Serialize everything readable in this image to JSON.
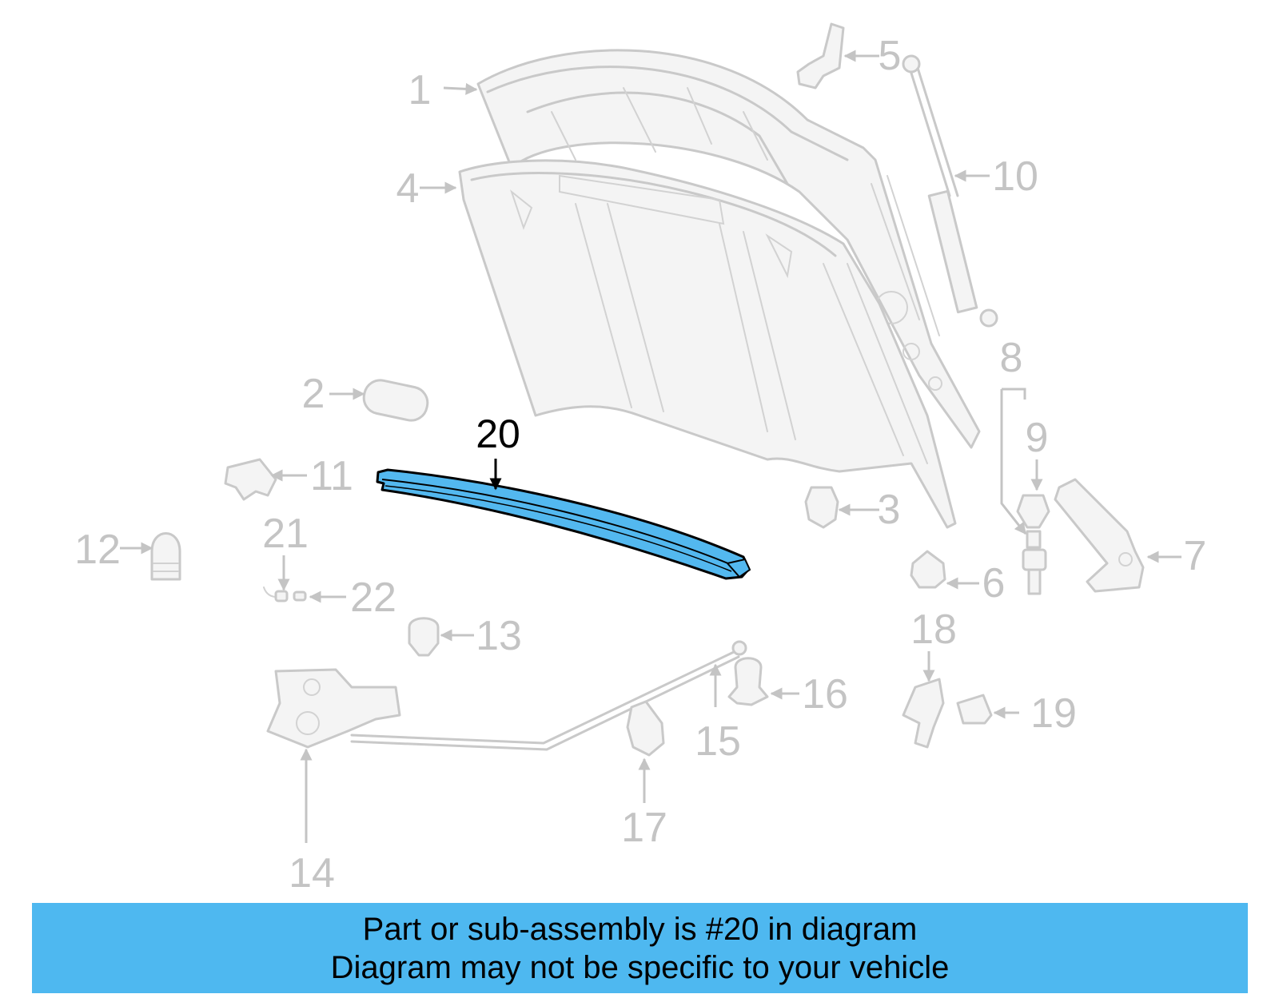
{
  "diagram": {
    "highlighted_part": "20",
    "highlight_color": "#53b8ef",
    "faded_color": "#c4c4c4",
    "callouts": [
      {
        "id": "1",
        "label": "1"
      },
      {
        "id": "2",
        "label": "2"
      },
      {
        "id": "3",
        "label": "3"
      },
      {
        "id": "4",
        "label": "4"
      },
      {
        "id": "5",
        "label": "5"
      },
      {
        "id": "6",
        "label": "6"
      },
      {
        "id": "7",
        "label": "7"
      },
      {
        "id": "8",
        "label": "8"
      },
      {
        "id": "9",
        "label": "9"
      },
      {
        "id": "10",
        "label": "10"
      },
      {
        "id": "11",
        "label": "11"
      },
      {
        "id": "12",
        "label": "12"
      },
      {
        "id": "13",
        "label": "13"
      },
      {
        "id": "14",
        "label": "14"
      },
      {
        "id": "15",
        "label": "15"
      },
      {
        "id": "16",
        "label": "16"
      },
      {
        "id": "17",
        "label": "17"
      },
      {
        "id": "18",
        "label": "18"
      },
      {
        "id": "19",
        "label": "19"
      },
      {
        "id": "20",
        "label": "20"
      },
      {
        "id": "21",
        "label": "21"
      },
      {
        "id": "22",
        "label": "22"
      }
    ]
  },
  "banner": {
    "line1": "Part or sub-assembly is #20 in diagram",
    "line2": "Diagram may not be specific to your vehicle",
    "color": "#4eb8f0"
  }
}
